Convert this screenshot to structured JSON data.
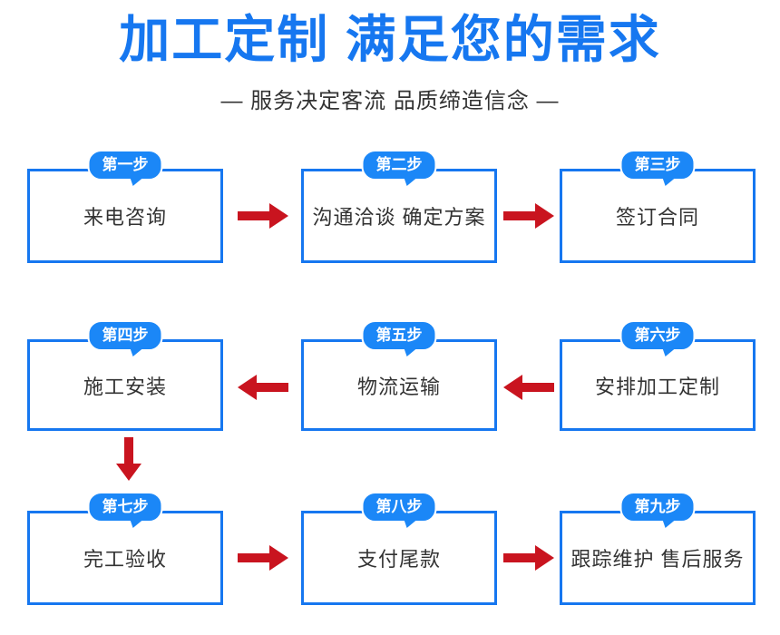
{
  "header": {
    "title": "加工定制 满足您的需求",
    "subtitle": "— 服务决定客流 品质缔造信念 —"
  },
  "steps": [
    {
      "badge": "第一步",
      "label": "来电咨询"
    },
    {
      "badge": "第二步",
      "label": "沟通洽谈 确定方案"
    },
    {
      "badge": "第三步",
      "label": "签订合同"
    },
    {
      "badge": "第四步",
      "label": "施工安装"
    },
    {
      "badge": "第五步",
      "label": "物流运输"
    },
    {
      "badge": "第六步",
      "label": "安排加工定制"
    },
    {
      "badge": "第七步",
      "label": "完工验收"
    },
    {
      "badge": "第八步",
      "label": "支付尾款"
    },
    {
      "badge": "第九步",
      "label": "跟踪维护 售后服务"
    }
  ],
  "flow_arrows": [
    {
      "between": "来电咨询 → 沟通洽谈 确定方案",
      "direction": "right"
    },
    {
      "between": "沟通洽谈 确定方案 → 签订合同",
      "direction": "right"
    },
    {
      "between": "物流运输 → 施工安装",
      "direction": "left"
    },
    {
      "between": "安排加工定制 → 物流运输",
      "direction": "left"
    },
    {
      "between": "施工安装 → 完工验收",
      "direction": "down"
    },
    {
      "between": "完工验收 → 支付尾款",
      "direction": "right"
    },
    {
      "between": "支付尾款 → 跟踪维护 售后服务",
      "direction": "right"
    }
  ],
  "colors": {
    "title_blue": "#1677f0",
    "badge_blue": "#1b87f7",
    "box_border_blue": "#1677f0",
    "arrow_red": "#c9141f",
    "text_dark": "#333333"
  }
}
